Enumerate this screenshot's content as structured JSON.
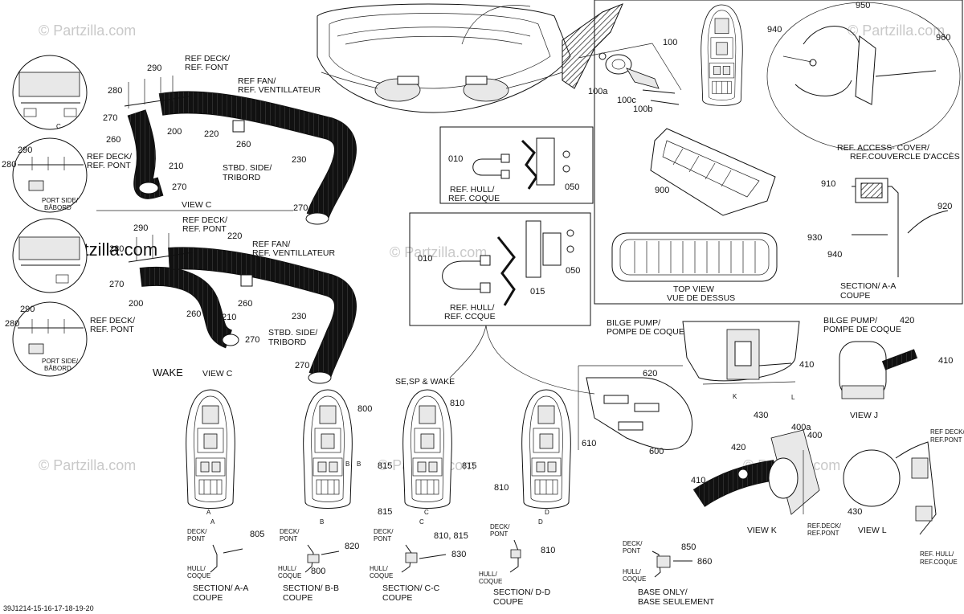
{
  "watermark": "© Partzilla.com",
  "watermark_bold": "© Partzilla.com",
  "view_c_top": {
    "title": "VIEW C",
    "labels": {
      "ref_deck": "REF DECK/",
      "ref_font": "REF. FONT",
      "ref_fan": "REF FAN/",
      "ref_ventilateur": "REF. VENTILLATEUR",
      "stbd_side": "STBD. SIDE/",
      "tribord": "TRIBORD",
      "port_side": "PORT SIDE/",
      "babord": "BÂBORD",
      "ref_deck2": "REF DECK/",
      "ref_pont": "REF. PONT",
      "c": "C"
    },
    "parts": [
      "290",
      "280",
      "270",
      "260",
      "200",
      "210",
      "270",
      "220",
      "260",
      "230",
      "270",
      "290",
      "280"
    ]
  },
  "view_c_bottom": {
    "title": "VIEW C",
    "wake": "WAKE",
    "labels": {
      "ref_deck": "REF DECK/",
      "ref_pont": "REF. PONT",
      "ref_fan": "REF FAN/",
      "ref_ventilateur": "REF. VENTILLATEUR",
      "stbd_side": "STBD. SIDE/",
      "tribord": "TRIBORD",
      "port_side": "PORT SIDE/",
      "babord": "BÂBORD",
      "ref_deck2": "REF DECK/",
      "ref_pont2": "REF. PONT"
    },
    "parts": [
      "290",
      "280",
      "270",
      "200",
      "260",
      "210",
      "270",
      "220",
      "260",
      "230",
      "270",
      "290",
      "280"
    ]
  },
  "hull_detail_1": {
    "ref_hull": "REF. HULL/",
    "ref_coque": "REF. COQUE",
    "parts": [
      "010",
      "050"
    ]
  },
  "hull_detail_2": {
    "ref_hull": "REF. HULL/",
    "ref_coque": "REF. CCQUE",
    "parts": [
      "010",
      "015",
      "050"
    ]
  },
  "top_parts": [
    "100",
    "100a",
    "100c",
    "100b"
  ],
  "right_panel": {
    "parts": [
      "940",
      "950",
      "960",
      "900",
      "910",
      "930",
      "940",
      "920"
    ],
    "ref_access": "REF. ACCESS- COVER/",
    "ref_couvercle": "REF.COUVERCLE D'ACCÈS",
    "top_view": "TOP VIEW",
    "vue_dessus": "VUE DE DESSUS",
    "section_aa": "SECTION/  A-A",
    "coupe": "COUPE"
  },
  "bilge": {
    "bilge_pump": "BILGE PUMP/",
    "pompe": "POMPE DE COQUE",
    "bilge_pump2": "BILGE PUMP/",
    "pompe2": "POMPE DE COQUE",
    "view_j": "VIEW  J",
    "view_k": "VIEW  K",
    "view_l": "VIEW  L",
    "k": "K",
    "l": "L",
    "ref_deck": "REF.DECK/",
    "ref_pont": "REF.PONT",
    "ref_deck2": "REF DECK/",
    "ref_pont2": "REF.PONT",
    "ref_hull": "REF. HULL/",
    "ref_coque": "REF.COQUE",
    "parts": [
      "410",
      "430",
      "420",
      "410",
      "420",
      "400",
      "400a",
      "410",
      "430"
    ]
  },
  "hulls": {
    "se_sp_wake": "SE,SP & WAKE",
    "parts": [
      "800",
      "810",
      "815",
      "815",
      "815",
      "810",
      "620",
      "610",
      "600"
    ],
    "markers": [
      "A",
      "A",
      "B",
      "B",
      "B",
      "C",
      "C",
      "D",
      "D"
    ]
  },
  "sections": [
    {
      "title": "SECTION/  A-A",
      "coupe": "COUPE",
      "deck": "DECK/",
      "pont": "PONT",
      "hull": "HULL/",
      "coque": "COQUE",
      "parts": [
        "805"
      ]
    },
    {
      "title": "SECTION/  B-B",
      "coupe": "COUPE",
      "deck": "DECK/",
      "pont": "PONT",
      "hull": "HULL/",
      "coque": "COQUE",
      "parts": [
        "820",
        "800"
      ]
    },
    {
      "title": "SECTION/  C-C",
      "coupe": "COUPE",
      "deck": "DECK/",
      "pont": "PONT",
      "hull": "HULL/",
      "coque": "COQUE",
      "parts": [
        "810, 815",
        "830"
      ]
    },
    {
      "title": "SECTION/  D-D",
      "coupe": "COUPE",
      "deck": "DECK/",
      "pont": "PONT",
      "hull": "HULL/",
      "coque": "COQUE",
      "parts": [
        "810"
      ]
    },
    {
      "title": "BASE ONLY/",
      "coupe": "BASE SEULEMENT",
      "deck": "DECK/",
      "pont": "PONT",
      "hull": "HULL/",
      "coque": "COQUE",
      "parts": [
        "850",
        "860"
      ]
    }
  ],
  "footer_code": "39J1214-15-16-17-18-19-20"
}
